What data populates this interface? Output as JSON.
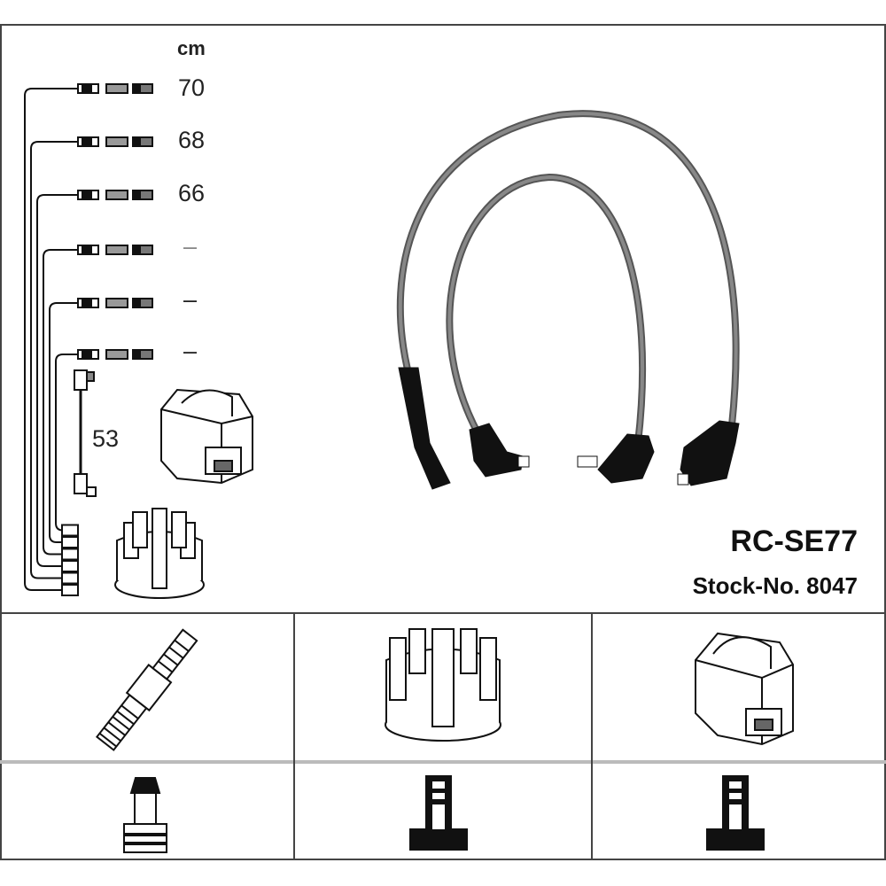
{
  "diagram": {
    "unit_label": "cm",
    "lengths": [
      "70",
      "68",
      "66",
      "–",
      "–",
      "–"
    ],
    "coil_lead_length": "53",
    "model": "RC-SE77",
    "stock_number": "Stock-No. 8047"
  },
  "components": {
    "top_row": [
      "spark-plug",
      "distributor-cap",
      "ignition-coil"
    ],
    "bottom_row": [
      "spark-plug-terminal",
      "distributor-terminal",
      "coil-terminal"
    ]
  },
  "colors": {
    "line": "#111111",
    "cable": "#555555",
    "border": "#444444"
  }
}
